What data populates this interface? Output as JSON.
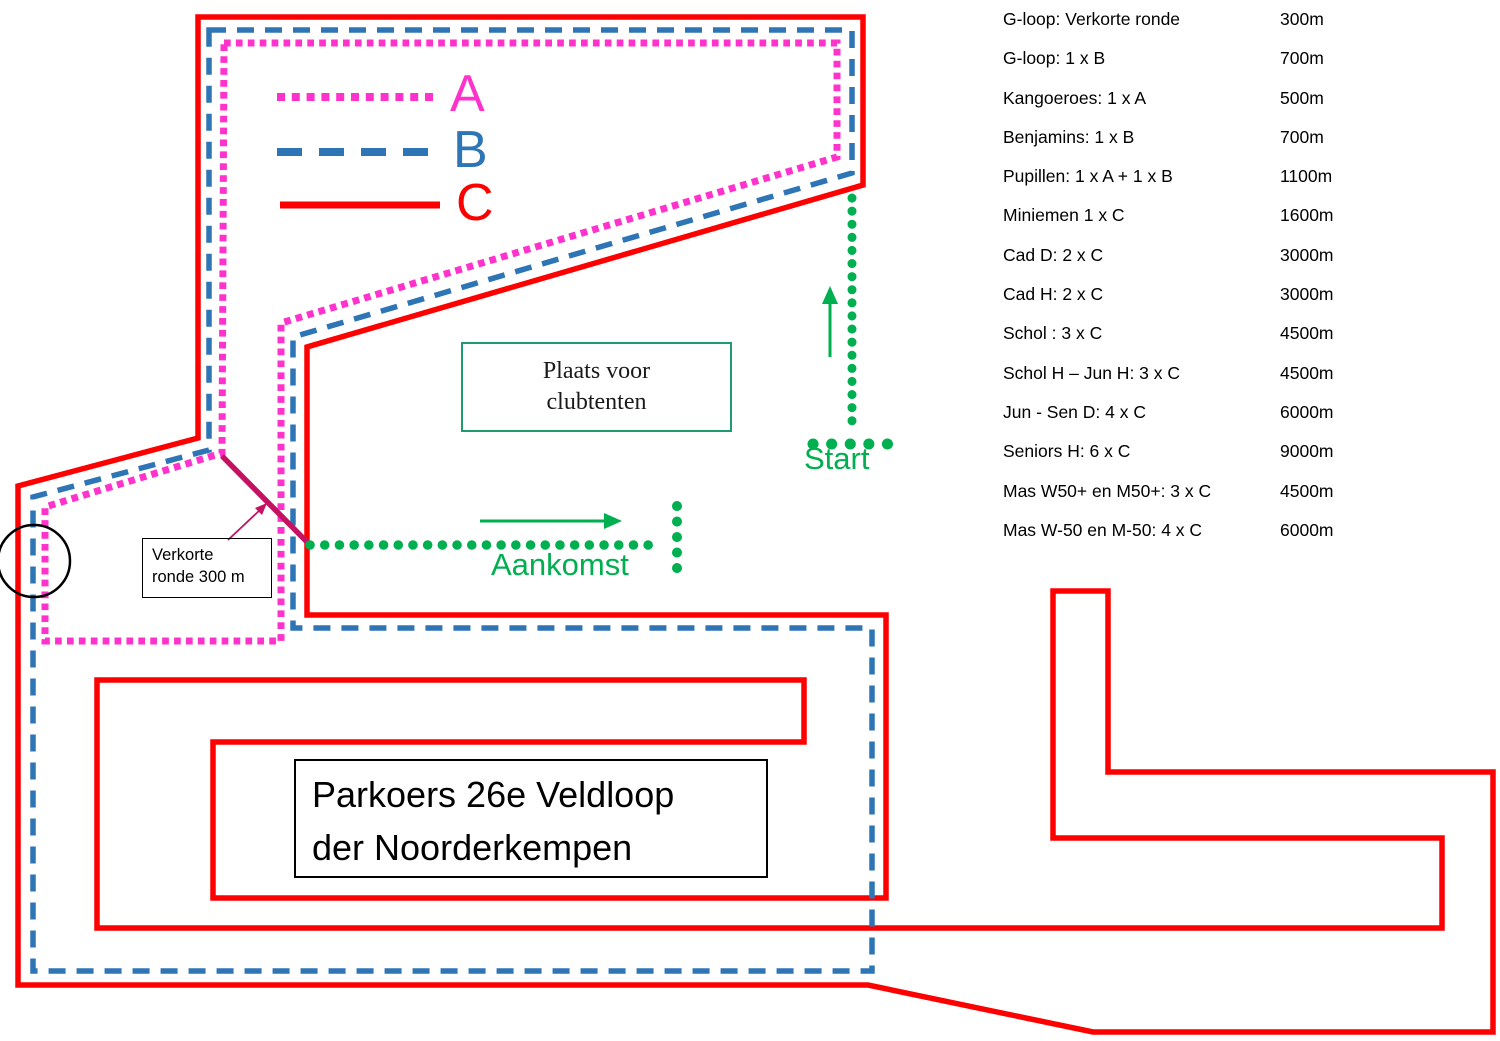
{
  "colors": {
    "route_a": "#FF33CC",
    "route_b": "#2E75B6",
    "route_c": "#FF0000",
    "shortcut": "#C51162",
    "green": "#00B050",
    "plaats_border": "#1E9C6E",
    "ink": "#000000"
  },
  "legend": {
    "items": [
      {
        "id": "a",
        "label": "A"
      },
      {
        "id": "b",
        "label": "B"
      },
      {
        "id": "c",
        "label": "C"
      }
    ]
  },
  "map": {
    "plaats_box": {
      "line1": "Plaats voor",
      "line2": "clubtenten"
    },
    "verkorte_box": {
      "line1": "Verkorte",
      "line2": "ronde 300 m"
    },
    "start_label": "Start",
    "aankomst_label": "Aankomst",
    "title": {
      "line1": "Parkoers 26e Veldloop",
      "line2": "der Noorderkempen"
    }
  },
  "distance_table": {
    "rows": [
      {
        "label": "G-loop: Verkorte ronde",
        "value": "300m"
      },
      {
        "label": "G-loop: 1 x B",
        "value": "700m"
      },
      {
        "label": "Kangoeroes: 1 x A",
        "value": "500m"
      },
      {
        "label": "Benjamins: 1 x B",
        "value": "700m"
      },
      {
        "label": "Pupillen: 1 x A + 1 x B",
        "value": "1100m"
      },
      {
        "label": "Miniemen 1 x C",
        "value": "1600m"
      },
      {
        "label": "Cad D: 2 x C",
        "value": "3000m"
      },
      {
        "label": "Cad H: 2 x C",
        "value": "3000m"
      },
      {
        "label": "Schol :  3 x C",
        "value": "4500m"
      },
      {
        "label": "Schol H – Jun H: 3 x C",
        "value": "4500m"
      },
      {
        "label": "Jun - Sen D:  4 x C",
        "value": "6000m"
      },
      {
        "label": "Seniors H: 6 x C",
        "value": "9000m"
      },
      {
        "label": "Mas W50+ en M50+: 3 x C",
        "value": "4500m"
      },
      {
        "label": "Mas W-50 en M-50: 4 x C",
        "value": "6000m"
      }
    ]
  }
}
